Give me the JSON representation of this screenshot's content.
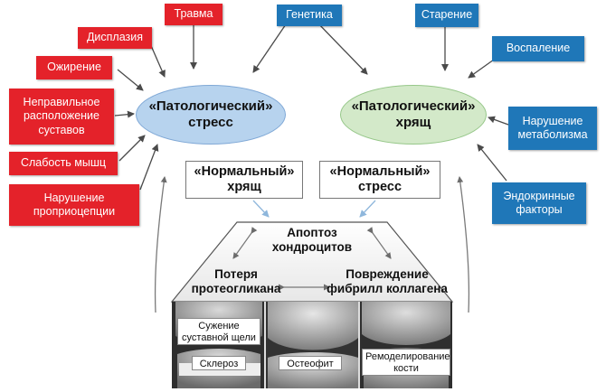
{
  "red_factors": [
    "Травма",
    "Дисплазия",
    "Ожирение",
    "Неправильное\nрасположение\nсуставов",
    "Слабость мышц",
    "Нарушение\nпроприоцепции"
  ],
  "blue_factors": [
    "Генетика",
    "Старение",
    "Воспаление",
    "Нарушение\nметаболизма",
    "Эндокринные\nфакторы"
  ],
  "ellipses": {
    "left": "«Патологический»\nстресс",
    "right": "«Патологический»\nхрящ"
  },
  "normal_boxes": {
    "cartilage": "«Нормальный»\nхрящ",
    "stress": "«Нормальный»\nстресс"
  },
  "center": {
    "apoptosis": "Апоптоз\nхондроцитов",
    "proteoglycan": "Потеря\nпротеогликана",
    "collagen": "Повреждение\nфибрилл коллагена"
  },
  "xray_labels": {
    "narrowing": "Сужение\nсуставной щели",
    "sclerosis": "Склероз",
    "osteophyte": "Остеофит",
    "remodeling": "Ремоделирование\nкости"
  },
  "colors": {
    "red": "#e4222a",
    "blue": "#1f77b8",
    "ellipse_left": "#b7d3ee",
    "ellipse_right": "#d3e9c9"
  }
}
